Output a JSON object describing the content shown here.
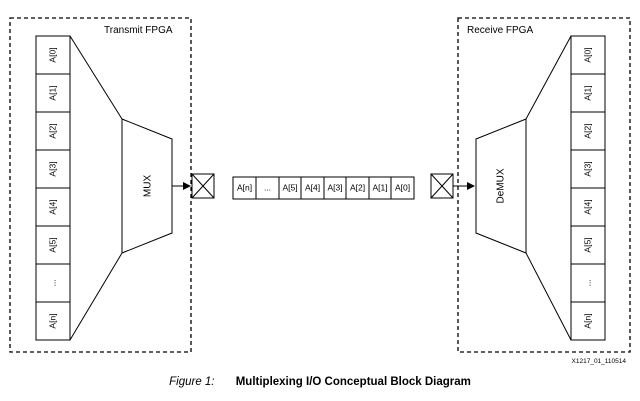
{
  "transmit": {
    "title": "Transmit FPGA",
    "cells": [
      "A[0]",
      "A[1]",
      "A[2]",
      "A[3]",
      "A[4]",
      "A[5]",
      "...",
      "A[n]"
    ],
    "mux_label": "MUX"
  },
  "receive": {
    "title": "Receive FPGA",
    "cells": [
      "A[0]",
      "A[1]",
      "A[2]",
      "A[3]",
      "A[4]",
      "A[5]",
      "...",
      "A[n]"
    ],
    "demux_label": "DeMUX"
  },
  "stream": [
    "A[n]",
    "...",
    "A[5]",
    "A[4]",
    "A[3]",
    "A[2]",
    "A[1]",
    "A[0]"
  ],
  "file_id": "X1217_01_110514",
  "caption": {
    "figure": "Figure 1:",
    "title": "Multiplexing I/O Conceptual Block Diagram"
  }
}
